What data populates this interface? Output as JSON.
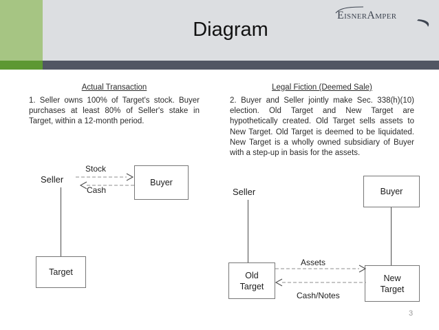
{
  "slide": {
    "title": "Diagram",
    "page_number": "3",
    "brand": {
      "logo_text": "EisnerAmper",
      "logo_icon": "eisneramper-swoosh-logo"
    },
    "colors": {
      "sidebar_light_green": "#a6c583",
      "sidebar_dark_green": "#5d9832",
      "header_gray": "#dcdee1",
      "header_bar_dark": "#515663",
      "text": "#2b2b2b",
      "node_border": "#767676",
      "page_number": "#9a9a9a"
    }
  },
  "columns": {
    "left": {
      "heading": "Actual Transaction",
      "body": "1. Seller owns 100% of Target's stock. Buyer purchases at least 80% of Seller's stake in Target, within a 12-month period."
    },
    "right": {
      "heading": "Legal Fiction (Deemed Sale)",
      "body": "2. Buyer and Seller jointly make Sec. 338(h)(10) election. Old Target and New Target are hypothetically created. Old Target sells assets to New Target. Old Target is deemed to be liquidated. New Target is a wholly owned subsidiary of Buyer with a step-up in basis for the assets."
    }
  },
  "diagram_left": {
    "nodes": {
      "seller": "Seller",
      "buyer": "Buyer",
      "target": "Target"
    },
    "edges": {
      "stock": "Stock",
      "cash": "Cash"
    }
  },
  "diagram_right": {
    "nodes": {
      "seller": "Seller",
      "buyer": "Buyer",
      "old_target_line1": "Old",
      "old_target_line2": "Target",
      "new_target_line1": "New",
      "new_target_line2": "Target"
    },
    "edges": {
      "assets": "Assets",
      "cash_notes": "Cash/Notes"
    }
  }
}
